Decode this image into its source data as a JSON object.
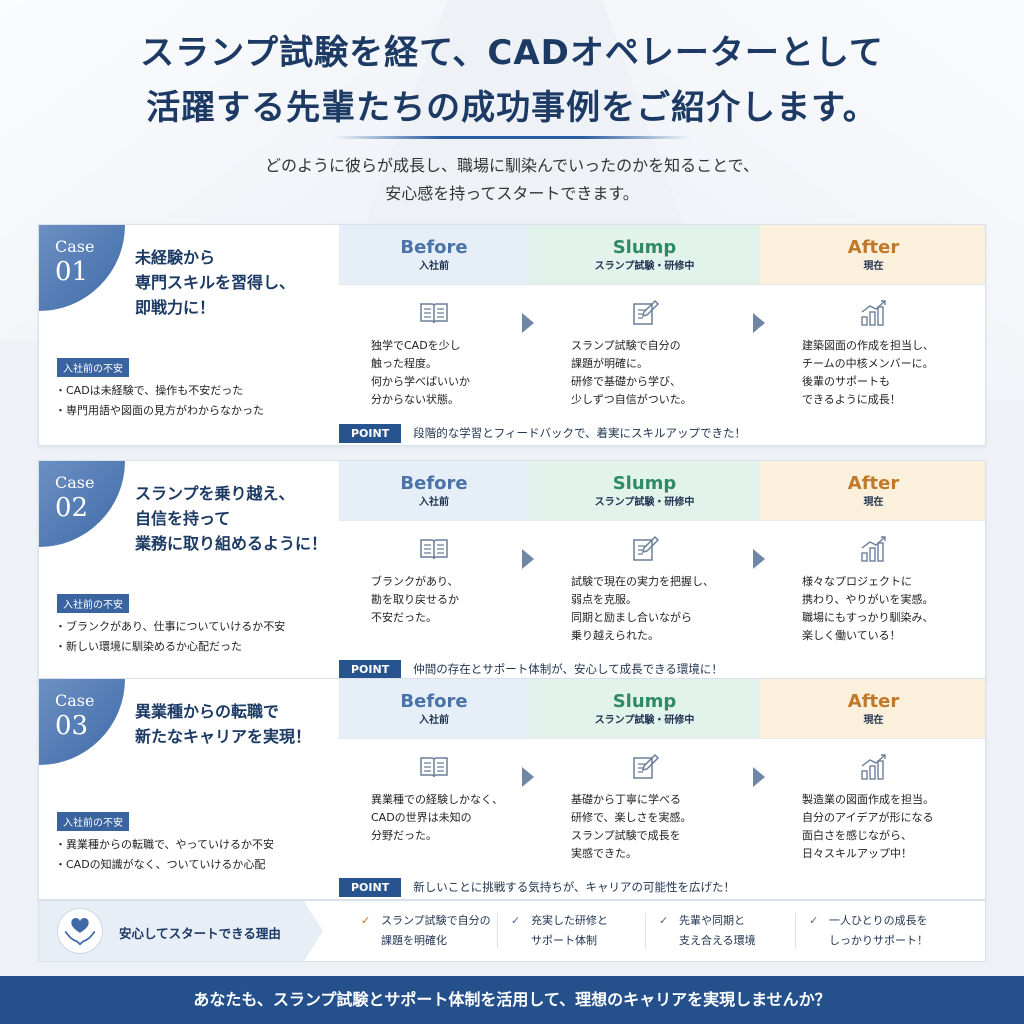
{
  "title_lines": [
    "スランプ試験を経て、CADオペレーターとして",
    "活躍する先輩たちの成功事例をご紹介します。"
  ],
  "subtitle_lines": [
    "どのように彼らが成長し、職場に馴染んでいったのかを知ることで、",
    "安心感を持ってスタートできます。"
  ],
  "columns": {
    "before": {
      "name": "Before",
      "sub": "入社前"
    },
    "slump": {
      "name": "Slump",
      "sub": "スランプ試験・研修中"
    },
    "after": {
      "name": "After",
      "sub": "現在"
    }
  },
  "point_label": "POINT",
  "anxiety_label": "入社前の不安",
  "cases": [
    {
      "label": "Case",
      "number": "01",
      "headline": [
        "未経験から",
        "専門スキルを習得し、",
        "即戦力に！"
      ],
      "anxieties": [
        "・CADは未経験で、操作も不安だった",
        "・専門用語や図面の見方がわからなかった"
      ],
      "before": [
        "独学でCADを少し",
        "触った程度。",
        "何から学べばいいか",
        "分からない状態。"
      ],
      "slump": [
        "スランプ試験で自分の",
        "課題が明確に。",
        "研修で基礎から学び、",
        "少しずつ自信がついた。"
      ],
      "after": [
        "建築図面の作成を担当し、",
        "チームの中核メンバーに。",
        "後輩のサポートも",
        "できるように成長！"
      ],
      "point": "段階的な学習とフィードバックで、着実にスキルアップできた！"
    },
    {
      "label": "Case",
      "number": "02",
      "headline": [
        "スランプを乗り越え、",
        "自信を持って",
        "業務に取り組めるように！"
      ],
      "anxieties": [
        "・ブランクがあり、仕事についていけるか不安",
        "・新しい環境に馴染めるか心配だった"
      ],
      "before": [
        "ブランクがあり、",
        "勘を取り戻せるか",
        "不安だった。"
      ],
      "slump": [
        "試験で現在の実力を把握し、",
        "弱点を克服。",
        "同期と励まし合いながら",
        "乗り越えられた。"
      ],
      "after": [
        "様々なプロジェクトに",
        "携わり、やりがいを実感。",
        "職場にもすっかり馴染み、",
        "楽しく働いている！"
      ],
      "point": "仲間の存在とサポート体制が、安心して成長できる環境に！"
    },
    {
      "label": "Case",
      "number": "03",
      "headline": [
        "異業種からの転職で",
        "新たなキャリアを実現！"
      ],
      "anxieties": [
        "・異業種からの転職で、やっていけるか不安",
        "・CADの知識がなく、ついていけるか心配"
      ],
      "before": [
        "異業種での経験しかなく、",
        "CADの世界は未知の",
        "分野だった。"
      ],
      "slump": [
        "基礎から丁寧に学べる",
        "研修で、楽しさを実感。",
        "スランプ試験で成長を",
        "実感できた。"
      ],
      "after": [
        "製造業の図面作成を担当。",
        "自分のアイデアが形になる",
        "面白さを感じながら、",
        "日々スキルアップ中！"
      ],
      "point": "新しいことに挑戦する気持ちが、キャリアの可能性を広げた！"
    }
  ],
  "reasons": {
    "title": "安心してスタートできる理由",
    "items": [
      [
        "スランプ試験で自分の",
        "課題を明確化"
      ],
      [
        "充実した研修と",
        "サポート体制"
      ],
      [
        "先輩や同期と",
        "支え合える環境"
      ],
      [
        "一人ひとりの成長を",
        "しっかりサポート！"
      ]
    ],
    "check_color": "#d2691e"
  },
  "footer": "あなたも、スランプ試験とサポート体制を活用して、理想のキャリアを実現しませんか？",
  "colors": {
    "primary": "#24508c",
    "before": "#4a73a9",
    "slump": "#2f8a68",
    "after": "#c0782a"
  }
}
